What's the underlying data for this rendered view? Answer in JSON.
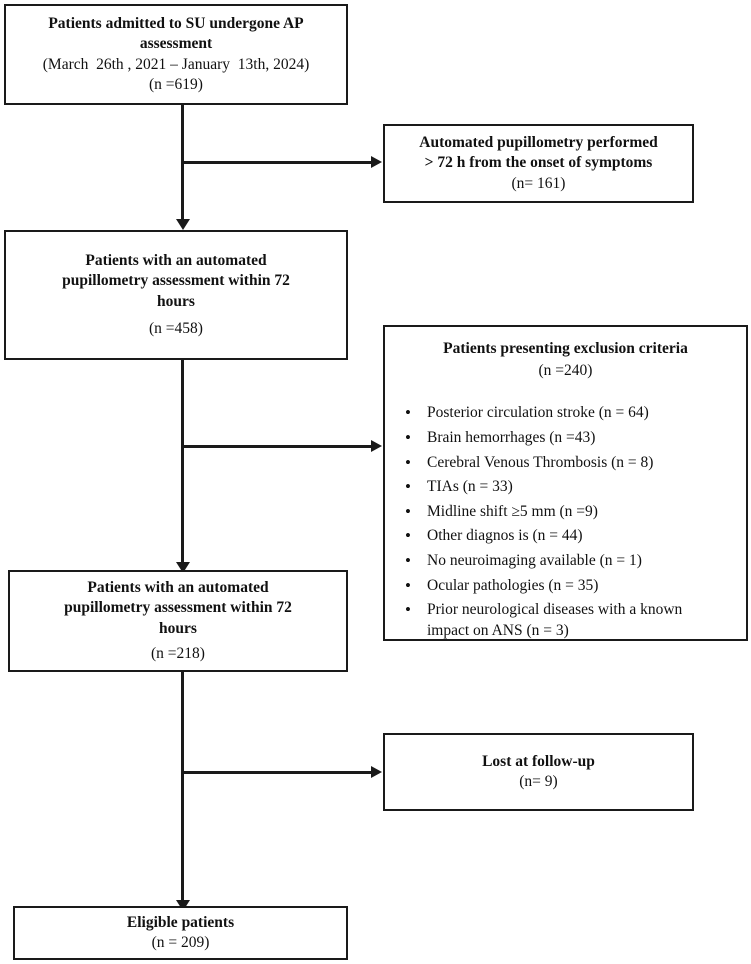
{
  "diagram": {
    "title": "Patient flow diagram",
    "line_color": "#1a1a1a",
    "background": "#ffffff"
  },
  "nodes": {
    "enrolled": {
      "line1": "Patients admitted to SU undergone AP",
      "line2": "assessment",
      "line3": "(March  26th , 2021 – January  13th, 2024)",
      "line4": "(n =619)"
    },
    "excluded_late_pupillometry": {
      "line1": "Automated pupillometry performed",
      "line2": "> 72 h from the onset of symptoms",
      "line3": "(n= 161)"
    },
    "within72_first": {
      "line1": "Patients with an automated",
      "line2": "pupillometry assessment within 72",
      "line3": "hours",
      "line4": "(n =458)"
    },
    "exclusion_criteria": {
      "heading": "Patients presenting exclusion criteria",
      "count": "(n =240)",
      "items": [
        "Posterior circulation stroke (n = 64)",
        "Brain hemorrhages (n =43)",
        "Cerebral Venous Thrombosis (n = 8)",
        "TIAs (n = 33)",
        "Midline shift ≥5 mm (n =9)",
        "Other  diagnos is (n = 44)",
        "No neuroimaging available (n = 1)",
        "Ocular pathologies (n = 35)",
        "Prior neurological diseases with a known impact on ANS (n = 3)"
      ]
    },
    "within72_second": {
      "line1": "Patients with an automated",
      "line2": "pupillometry assessment within 72",
      "line3": "hours",
      "line4": "(n =218)"
    },
    "lost_followup": {
      "line1": "Lost at follow-up",
      "line2": "(n= 9)"
    },
    "eligible": {
      "line1": "Eligible patients",
      "line2": "(n = 209)"
    }
  }
}
